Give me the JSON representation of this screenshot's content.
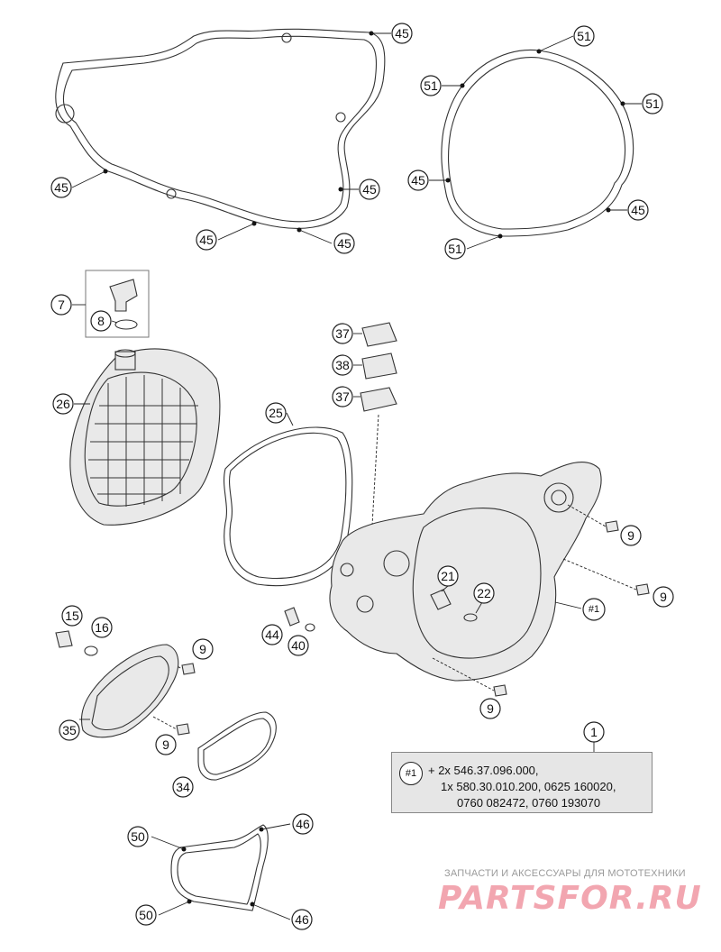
{
  "callouts": {
    "c45a": "45",
    "c45b": "45",
    "c45c": "45",
    "c45d": "45",
    "c45e": "45",
    "c51a": "51",
    "c51b": "51",
    "c51c": "51",
    "c51d": "51",
    "c45f": "45",
    "c45g": "45",
    "c7": "7",
    "c8": "8",
    "c26": "26",
    "c25": "25",
    "c37a": "37",
    "c38": "38",
    "c37b": "37",
    "c21": "21",
    "c22": "22",
    "c1ref": "#1",
    "c9a": "9",
    "c9b": "9",
    "c9c": "9",
    "c9d": "9",
    "c9e": "9",
    "c15": "15",
    "c16": "16",
    "c44": "44",
    "c40": "40",
    "c35": "35",
    "c34": "34",
    "c1": "1",
    "c50a": "50",
    "c50b": "50",
    "c46a": "46",
    "c46b": "46"
  },
  "info": {
    "ref": "#1",
    "line1": "+ 2x 546.37.096.000,",
    "line2": "1x 580.30.010.200, 0625 160020,",
    "line3": "0760 082472, 0760 193070"
  },
  "watermark": {
    "caption": "ЗАПЧАСТИ И АКСЕССУАРЫ ДЛЯ МОТОТЕХНИКИ",
    "logo": "PARTSFOR.RU"
  },
  "colors": {
    "line": "#333333",
    "box_fill": "#e6e6e6",
    "watermark": "#f2a6b0"
  }
}
